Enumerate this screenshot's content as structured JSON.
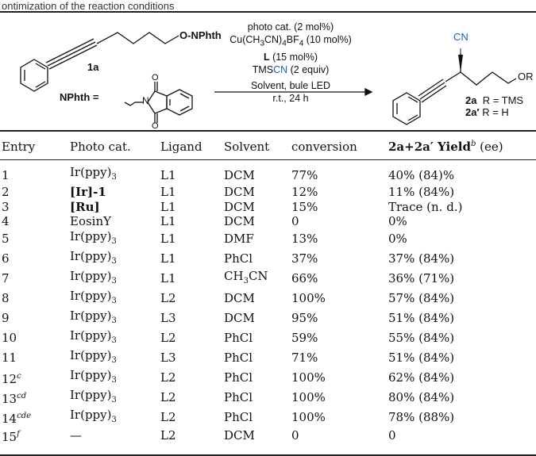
{
  "caption": "ontimization of the reaction conditions",
  "scheme": {
    "reactant_oxygen_label": "O-NPhth",
    "reactant_id": "1a",
    "nphth_def": "NPhth =",
    "conditions": [
      "photo cat. (2 mol%)",
      "Cu(CH3CN)4BF4 (10 mol%)",
      "L (15 mol%)",
      "TMSCN (2 equiv)",
      "Solvent, bule LED",
      "r.t., 24 h"
    ],
    "product_cn": "CN",
    "product_or": "OR",
    "product_2a": "2a  R = TMS",
    "product_2a_prime": "2a′ R = H"
  },
  "table": {
    "headers": [
      "Entry",
      "Photo cat.",
      "Ligand",
      "Solvent",
      "conversion",
      "2a+2a′ Yield",
      "b",
      "(ee)"
    ],
    "rows": [
      {
        "entry": "1",
        "sup": "",
        "cat": "Ir(ppy)",
        "catsub": "3",
        "catbold": false,
        "ligand": "L1",
        "solvent": "DCM",
        "solsub": "",
        "conv": "77%",
        "yield": "40% (84)%"
      },
      {
        "entry": "2",
        "sup": "",
        "cat": "[Ir]-1",
        "catsub": "",
        "catbold": true,
        "ligand": "L1",
        "solvent": "DCM",
        "solsub": "",
        "conv": "12%",
        "yield": "11% (84%)"
      },
      {
        "entry": "3",
        "sup": "",
        "cat": "[Ru]",
        "catsub": "",
        "catbold": true,
        "ligand": "L1",
        "solvent": "DCM",
        "solsub": "",
        "conv": "15%",
        "yield": "Trace (n. d.)"
      },
      {
        "entry": "4",
        "sup": "",
        "cat": "EosinY",
        "catsub": "",
        "catbold": false,
        "ligand": "L1",
        "solvent": "DCM",
        "solsub": "",
        "conv": "0",
        "yield": "0%"
      },
      {
        "entry": "5",
        "sup": "",
        "cat": "Ir(ppy)",
        "catsub": "3",
        "catbold": false,
        "ligand": "L1",
        "solvent": "DMF",
        "solsub": "",
        "conv": "13%",
        "yield": "0%"
      },
      {
        "entry": "6",
        "sup": "",
        "cat": "Ir(ppy)",
        "catsub": "3",
        "catbold": false,
        "ligand": "L1",
        "solvent": "PhCl",
        "solsub": "",
        "conv": "37%",
        "yield": "37% (84%)"
      },
      {
        "entry": "7",
        "sup": "",
        "cat": "Ir(ppy)",
        "catsub": "3",
        "catbold": false,
        "ligand": "L1",
        "solvent": "CH",
        "solsub": "3",
        "solafter": "CN",
        "conv": "66%",
        "yield": "36% (71%)"
      },
      {
        "entry": "8",
        "sup": "",
        "cat": "Ir(ppy)",
        "catsub": "3",
        "catbold": false,
        "ligand": "L2",
        "solvent": "DCM",
        "solsub": "",
        "conv": "100%",
        "yield": "57% (84%)"
      },
      {
        "entry": "9",
        "sup": "",
        "cat": "Ir(ppy)",
        "catsub": "3",
        "catbold": false,
        "ligand": "L3",
        "solvent": "DCM",
        "solsub": "",
        "conv": "95%",
        "yield": "51% (84%)"
      },
      {
        "entry": "10",
        "sup": "",
        "cat": "Ir(ppy)",
        "catsub": "3",
        "catbold": false,
        "ligand": "L2",
        "solvent": "PhCl",
        "solsub": "",
        "conv": "59%",
        "yield": "55% (84%)"
      },
      {
        "entry": "11",
        "sup": "",
        "cat": "Ir(ppy)",
        "catsub": "3",
        "catbold": false,
        "ligand": "L3",
        "solvent": "PhCl",
        "solsub": "",
        "conv": "71%",
        "yield": "51% (84%)"
      },
      {
        "entry": "12",
        "sup": "c",
        "cat": "Ir(ppy)",
        "catsub": "3",
        "catbold": false,
        "ligand": "L2",
        "solvent": "PhCl",
        "solsub": "",
        "conv": "100%",
        "yield": "62% (84%)"
      },
      {
        "entry": "13",
        "sup": "cd",
        "cat": "Ir(ppy)",
        "catsub": "3",
        "catbold": false,
        "ligand": "L2",
        "solvent": "PhCl",
        "solsub": "",
        "conv": "100%",
        "yield": "80% (84%)"
      },
      {
        "entry": "14",
        "sup": "cde",
        "cat": "Ir(ppy)",
        "catsub": "3",
        "catbold": false,
        "ligand": "L2",
        "solvent": "PhCl",
        "solsub": "",
        "conv": "100%",
        "yield": "78% (88%)"
      },
      {
        "entry": "15",
        "sup": "f",
        "cat": "—",
        "catsub": "",
        "catbold": false,
        "ligand": "L2",
        "solvent": "DCM",
        "solsub": "",
        "conv": "0",
        "yield": "0"
      }
    ]
  }
}
